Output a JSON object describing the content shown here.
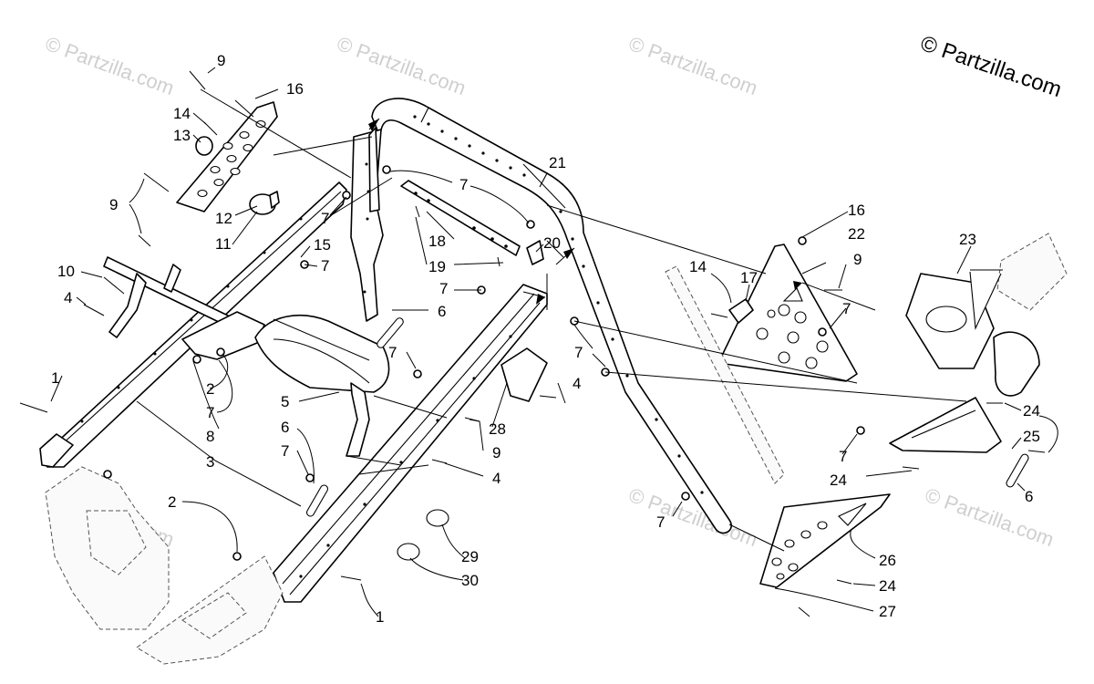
{
  "copyright": "© Partzilla.com",
  "watermark": "© Partzilla.com",
  "callouts": [
    "1",
    "2",
    "3",
    "4",
    "5",
    "6",
    "7",
    "8",
    "9",
    "10",
    "11",
    "12",
    "13",
    "14",
    "15",
    "16",
    "17",
    "18",
    "19",
    "20",
    "21",
    "22",
    "23",
    "24",
    "25",
    "26",
    "27",
    "28",
    "29",
    "30"
  ]
}
